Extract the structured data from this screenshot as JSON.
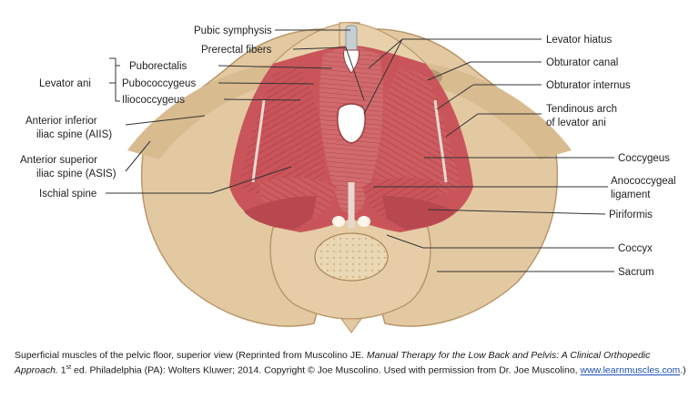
{
  "labels": {
    "pubic_symphysis": "Pubic symphysis",
    "prerectal_fibers": "Prerectal fibers",
    "levator_ani": "Levator ani",
    "puborectalis": "Puborectalis",
    "pubococcygeus": "Pubococcygeus",
    "iliococcygeus": "Iliococcygeus",
    "aiis_line1": "Anterior inferior",
    "aiis_line2": "iliac spine (AIIS)",
    "asis_line1": "Anterior superior",
    "asis_line2": "iliac spine (ASIS)",
    "ischial_spine": "Ischial spine",
    "levator_hiatus": "Levator hiatus",
    "obturator_canal": "Obturator canal",
    "obturator_internus": "Obturator internus",
    "tendinous_line1": "Tendinous arch",
    "tendinous_line2": "of levator ani",
    "coccygeus": "Coccygeus",
    "anococcygeal_line1": "Anococcygeal",
    "anococcygeal_line2": "ligament",
    "piriformis": "Piriformis",
    "coccyx": "Coccyx",
    "sacrum": "Sacrum"
  },
  "caption": {
    "part1": "Superficial muscles of the pelvic floor, superior view (Reprinted from Muscolino JE. ",
    "title_italic": "Manual Therapy for the Low Back and Pelvis: A Clinical Orthopedic Approach.",
    "edition_num": " 1",
    "edition_sup": "st",
    "part2": " ed. Philadelphia (PA): Wolters Kluwer; 2014. Copyright © Joe Muscolino. Used with permission from Dr. Joe Muscolino, ",
    "link": "www.learnmuscles.com",
    "part3": ".)"
  },
  "colors": {
    "bone": "#e3c9a2",
    "bone_shadow": "#c9aa7e",
    "muscle": "#c9555a",
    "muscle_light": "#e08a86",
    "tendon": "#e8d8d0"
  }
}
